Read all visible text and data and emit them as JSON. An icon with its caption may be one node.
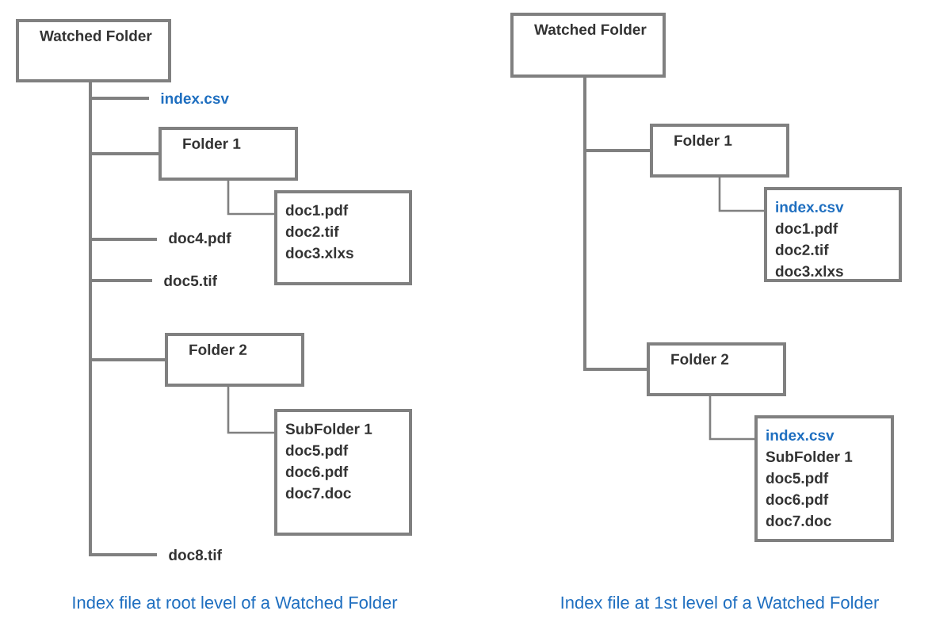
{
  "diagram": {
    "nodes": [
      {
        "text": [
          "Watched Folder"
        ]
      },
      {
        "text": [
          "index.csv"
        ]
      },
      {
        "text": [
          "Folder 1"
        ]
      },
      {
        "text": [
          "doc1.pdf",
          "doc2.tif",
          "doc3.xlxs"
        ]
      },
      {
        "text": [
          "doc4.pdf"
        ]
      },
      {
        "text": [
          "doc5.tif"
        ]
      },
      {
        "text": [
          "Folder 2"
        ]
      },
      {
        "text": [
          "SubFolder 1",
          "doc5.pdf",
          "doc6.pdf",
          "doc7.doc"
        ]
      },
      {
        "text": [
          "doc8.tif"
        ]
      },
      {
        "text": [
          "Watched Folder"
        ]
      },
      {
        "text": [
          "Folder 1"
        ]
      },
      {
        "text": [
          "index.csv",
          "doc1.pdf",
          "doc2.tif",
          "doc3.xlxs"
        ]
      },
      {
        "text": [
          "Folder 2"
        ]
      },
      {
        "text": [
          "index.csv",
          "SubFolder 1",
          "doc5.pdf",
          "doc6.pdf",
          "doc7.doc"
        ]
      }
    ],
    "edges": [
      {
        "from": 0,
        "to": 1,
        "arrow": "none"
      },
      {
        "from": 0,
        "to": 2,
        "arrow": "none"
      },
      {
        "from": 2,
        "to": 3,
        "arrow": "none"
      },
      {
        "from": 0,
        "to": 4,
        "arrow": "none"
      },
      {
        "from": 0,
        "to": 5,
        "arrow": "none"
      },
      {
        "from": 0,
        "to": 6,
        "arrow": "none"
      },
      {
        "from": 6,
        "to": 7,
        "arrow": "none"
      },
      {
        "from": 0,
        "to": 8,
        "arrow": "none"
      },
      {
        "from": 9,
        "to": 10,
        "arrow": "none"
      },
      {
        "from": 10,
        "to": 11,
        "arrow": "none"
      },
      {
        "from": 9,
        "to": 12,
        "arrow": "none"
      },
      {
        "from": 12,
        "to": 13,
        "arrow": "none"
      }
    ],
    "labels": [
      "Index file at root level of a Watched Folder",
      "Index file at 1st level of a Watched Folder"
    ]
  }
}
